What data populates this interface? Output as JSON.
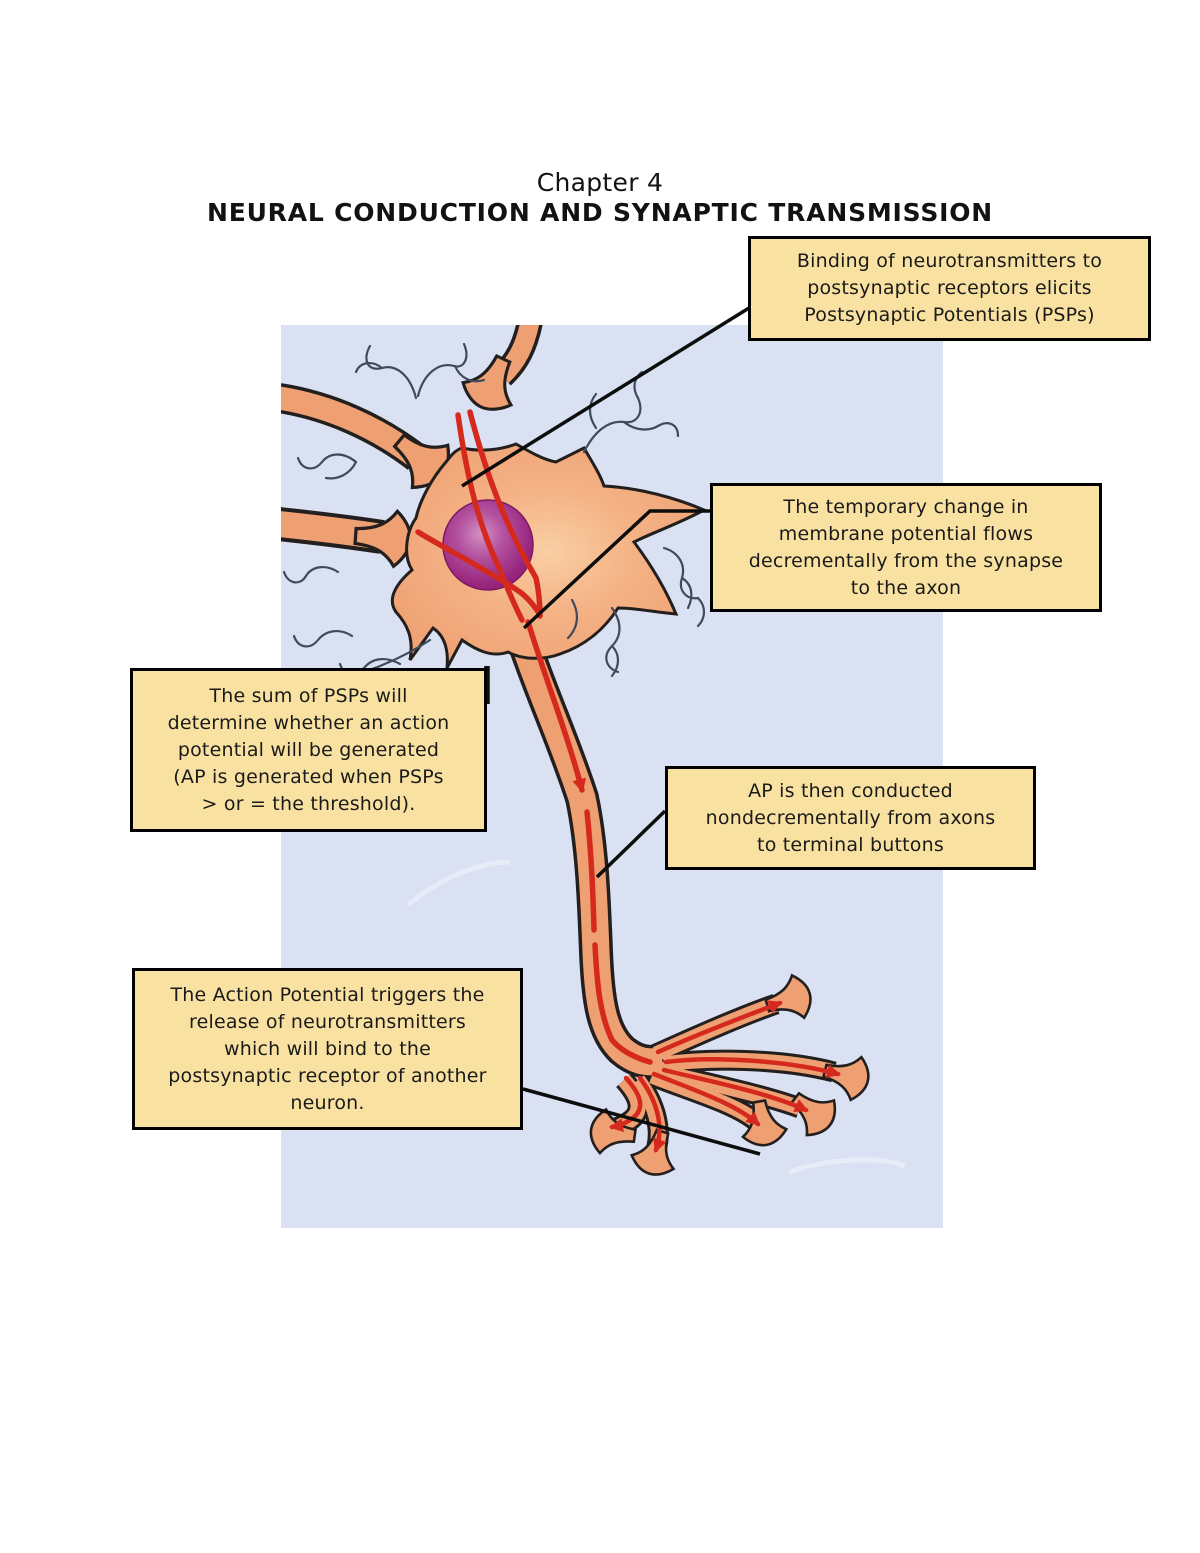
{
  "title": {
    "line1": "Chapter 4",
    "line2": "NEURAL CONDUCTION AND SYNAPTIC TRANSMISSION"
  },
  "callouts": {
    "binding": {
      "text": "Binding of neurotransmitters to\npostsynaptic receptors elicits\nPostsynaptic Potentials (PSPs)"
    },
    "decremental": {
      "text": "The temporary change in\nmembrane potential flows\ndecrementally from the synapse\nto the axon"
    },
    "summation": {
      "text": "The sum of PSPs will\ndetermine whether an action\npotential will be generated\n(AP is generated when PSPs\n> or = the threshold)."
    },
    "nondecremental": {
      "text": "AP is then conducted\nnondecrementally from axons\nto terminal buttons"
    },
    "release": {
      "text": "The Action Potential triggers the\nrelease of neurotransmitters\nwhich will bind to the\npostsynaptic receptor of another\nneuron."
    }
  },
  "figure": {
    "subject": "Multipolar neuron receiving synaptic input at soma and dendrites, with axon descending to branched terminal buttons",
    "colors": {
      "figure_background": "#d9e1f2",
      "neuron_body": "#efa072",
      "neuron_outline": "#231f1f",
      "nucleus": "#a12c84",
      "signal_red": "#d5291e",
      "callout_fill": "#f9e2a1",
      "callout_border": "#000000"
    }
  }
}
